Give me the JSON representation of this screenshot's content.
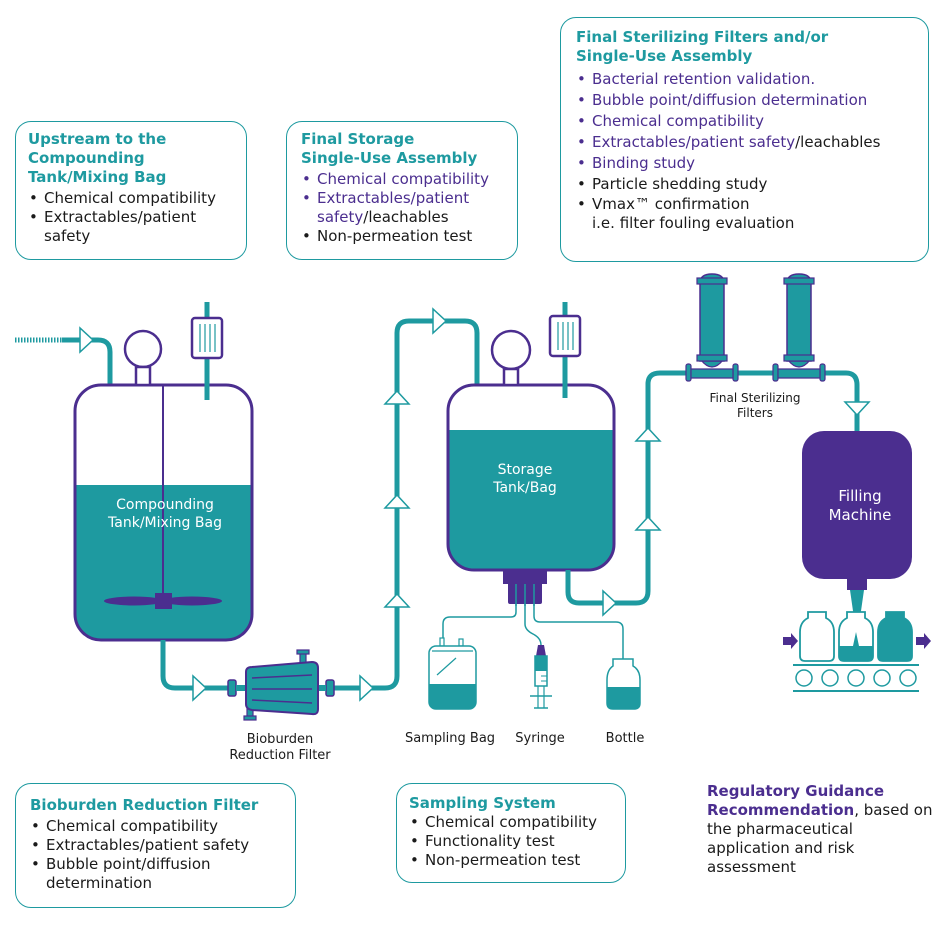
{
  "colors": {
    "teal": "#1e9aa0",
    "purple": "#4b2e8f",
    "text": "#1a1a1a"
  },
  "cards": {
    "upstream": {
      "title": "Upstream to the\nCompounding\nTank/Mixing Bag",
      "items": [
        "Chemical compatibility",
        "Extractables/patient safety"
      ]
    },
    "final_storage": {
      "title": "Final Storage\nSingle-Use Assembly",
      "items": [
        {
          "text": "Chemical compatibility",
          "emphasis": "purple"
        },
        {
          "text_purple": "Extractables/patient safety",
          "text_dark": "/leachables"
        },
        {
          "text": "Non-permeation test",
          "emphasis": "dark"
        }
      ]
    },
    "final_sterilizing": {
      "title": "Final Sterilizing Filters and/or\nSingle-Use Assembly",
      "items": [
        {
          "text": "Bacterial retention validation.",
          "emphasis": "purple"
        },
        {
          "text": "Bubble point/diffusion determination",
          "emphasis": "purple"
        },
        {
          "text": "Chemical compatibility",
          "emphasis": "purple"
        },
        {
          "text_purple": "Extractables/patient safety",
          "text_dark": "/leachables"
        },
        {
          "text": "Binding study",
          "emphasis": "purple"
        },
        {
          "text": "Particle shedding study",
          "emphasis": "dark"
        },
        {
          "text": "Vmax™ confirmation",
          "continuation": "i.e. filter fouling evaluation",
          "emphasis": "dark"
        }
      ]
    },
    "bioburden": {
      "title": "Bioburden Reduction Filter",
      "items": [
        "Chemical compatibility",
        "Extractables/patient safety",
        "Bubble point/diffusion determination"
      ]
    },
    "sampling": {
      "title": "Sampling System",
      "items": [
        "Chemical compatibility",
        "Functionality test",
        "Non-permeation test"
      ]
    }
  },
  "equipment": {
    "compounding_tank": "Compounding\nTank/Mixing Bag",
    "storage_tank": "Storage\nTank/Bag",
    "filling_machine": "Filling\nMachine",
    "bioburden_filter": "Bioburden\nReduction Filter",
    "final_filters": "Final Sterilizing\nFilters",
    "sampling_bag": "Sampling Bag",
    "syringe": "Syringe",
    "bottle": "Bottle"
  },
  "regulatory": {
    "strong": "Regulatory Guidance Recommendation",
    "rest": ", based on the pharmaceutical application and risk assessment"
  }
}
